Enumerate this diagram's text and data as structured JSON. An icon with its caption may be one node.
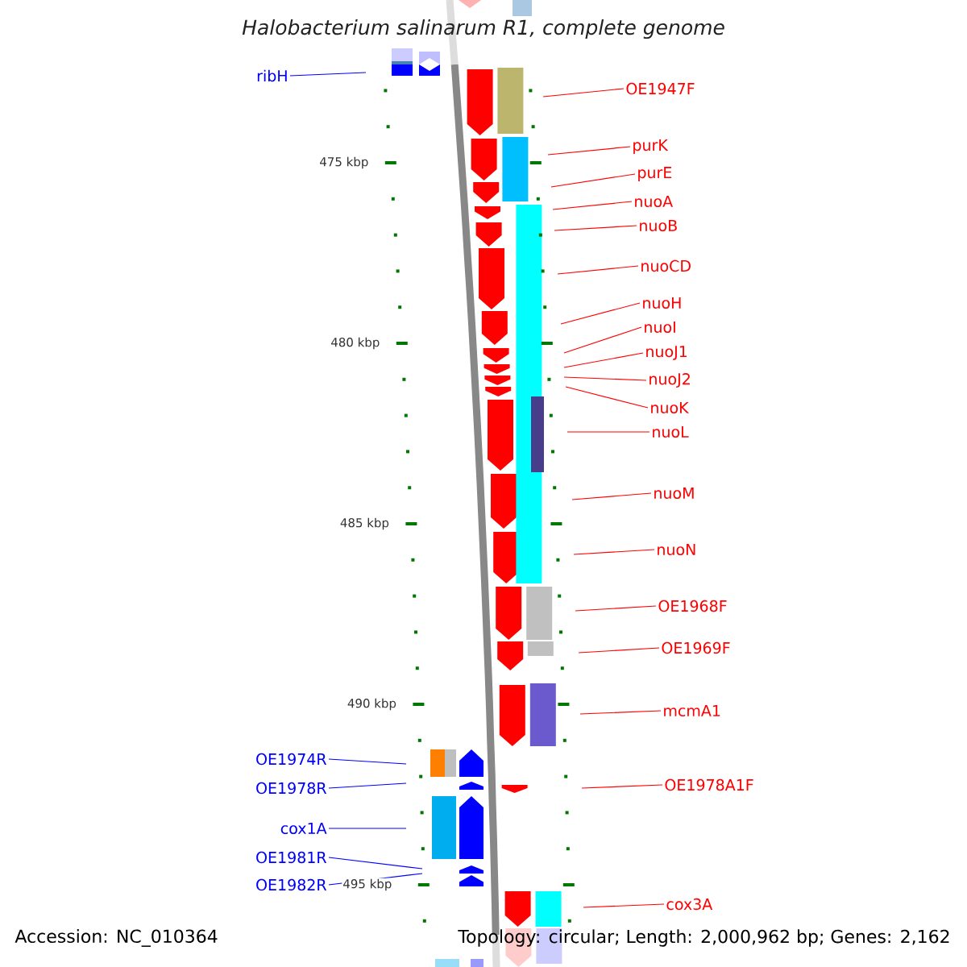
{
  "diagram": {
    "title": "Halobacterium salinarum R1, complete genome",
    "nodes": [
      {
        "text": [
          "ribH"
        ]
      },
      {
        "text": [
          "OE1947F"
        ]
      },
      {
        "text": [
          "purK"
        ]
      },
      {
        "text": [
          "purE"
        ]
      },
      {
        "text": [
          "nuoA"
        ]
      },
      {
        "text": [
          "nuoB"
        ]
      },
      {
        "text": [
          "nuoCD"
        ]
      },
      {
        "text": [
          "nuoH"
        ]
      },
      {
        "text": [
          "nuoI"
        ]
      },
      {
        "text": [
          "nuoJ1"
        ]
      },
      {
        "text": [
          "nuoJ2"
        ]
      },
      {
        "text": [
          "nuoK"
        ]
      },
      {
        "text": [
          "nuoL"
        ]
      },
      {
        "text": [
          "nuoM"
        ]
      },
      {
        "text": [
          "nuoN"
        ]
      },
      {
        "text": [
          "OE1968F"
        ]
      },
      {
        "text": [
          "OE1969F"
        ]
      },
      {
        "text": [
          "mcmA1"
        ]
      },
      {
        "text": [
          "OE1974R"
        ]
      },
      {
        "text": [
          "OE1978A1F"
        ]
      },
      {
        "text": [
          "OE1978R"
        ]
      },
      {
        "text": [
          "cox1A"
        ]
      },
      {
        "text": [
          "OE1981R"
        ]
      },
      {
        "text": [
          "OE1982R"
        ]
      },
      {
        "text": [
          "cox3A"
        ]
      }
    ],
    "edges": [
      {
        "from": 0,
        "to": null,
        "arrow": "none",
        "color": "#0000ff"
      },
      {
        "from": 1,
        "to": null,
        "arrow": "none"
      },
      {
        "from": 2,
        "to": null,
        "arrow": "none"
      },
      {
        "from": 3,
        "to": null,
        "arrow": "none"
      },
      {
        "from": 4,
        "to": null,
        "arrow": "none"
      },
      {
        "from": 5,
        "to": null,
        "arrow": "none"
      },
      {
        "from": 6,
        "to": null,
        "arrow": "none"
      },
      {
        "from": 7,
        "to": null,
        "arrow": "none"
      },
      {
        "from": 8,
        "to": null,
        "arrow": "none"
      },
      {
        "from": 9,
        "to": null,
        "arrow": "none"
      },
      {
        "from": 10,
        "to": null,
        "arrow": "none"
      },
      {
        "from": 11,
        "to": null,
        "arrow": "none"
      },
      {
        "from": 12,
        "to": null,
        "arrow": "none"
      },
      {
        "from": 13,
        "to": null,
        "arrow": "none"
      },
      {
        "from": 14,
        "to": null,
        "arrow": "none"
      },
      {
        "from": 15,
        "to": null,
        "arrow": "none"
      },
      {
        "from": 16,
        "to": null,
        "arrow": "none"
      },
      {
        "from": 17,
        "to": null,
        "arrow": "none"
      },
      {
        "from": 18,
        "to": null,
        "arrow": "none",
        "color": "#0000ff"
      },
      {
        "from": 19,
        "to": null,
        "arrow": "none"
      },
      {
        "from": 20,
        "to": null,
        "arrow": "none",
        "color": "#0000ff"
      },
      {
        "from": 21,
        "to": null,
        "arrow": "none",
        "color": "#0000ff"
      },
      {
        "from": 22,
        "to": null,
        "arrow": "none",
        "color": "#0000ff"
      },
      {
        "from": 23,
        "to": null,
        "arrow": "none",
        "color": "#0000ff"
      },
      {
        "from": 24,
        "to": null,
        "arrow": "none"
      }
    ],
    "labels": [
      "475 kbp",
      "480 kbp",
      "485 kbp",
      "490 kbp",
      "495 kbp",
      "Accession: NC_010364",
      "Topology: circular; Length: 2,000,962 bp; Genes: 2,162"
    ]
  }
}
